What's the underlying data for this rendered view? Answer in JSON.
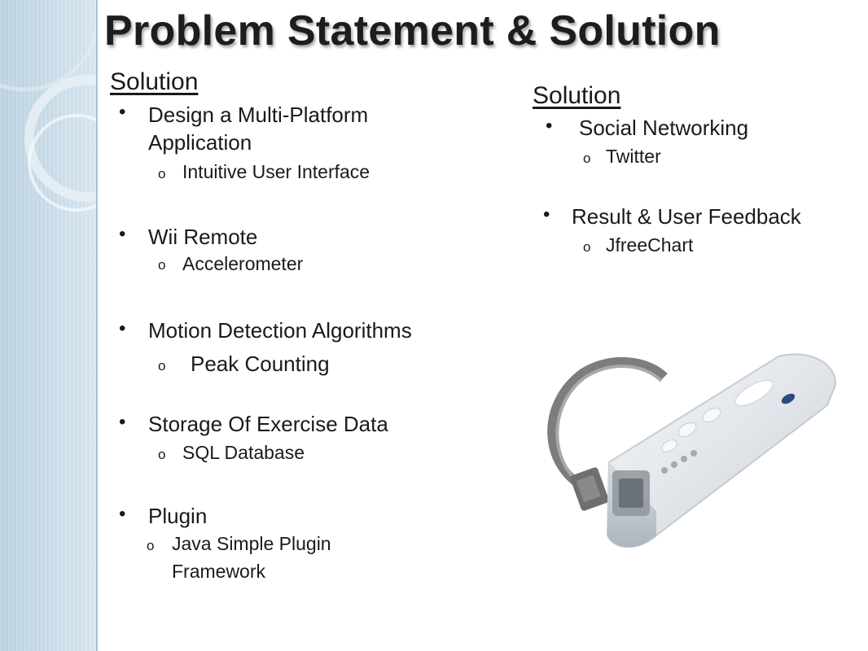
{
  "slide": {
    "title": "Problem Statement & Solution"
  },
  "left_column": {
    "heading": "Solution",
    "items": [
      {
        "text_line1": "Design a Multi-Platform",
        "text_line2": "Application",
        "sub": "Intuitive User Interface"
      },
      {
        "text": "Wii Remote",
        "sub": "Accelerometer"
      },
      {
        "text": "Motion Detection Algorithms",
        "sub": "Peak Counting"
      },
      {
        "text": "Storage Of Exercise Data",
        "sub": "SQL Database"
      },
      {
        "text": "Plugin",
        "sub_line1": "Java Simple Plugin",
        "sub_line2": "Framework"
      }
    ]
  },
  "right_column": {
    "heading": "Solution",
    "items": [
      {
        "text": "Social Networking",
        "sub": "Twitter"
      },
      {
        "text": "Result & User Feedback",
        "sub": "JfreeChart"
      }
    ]
  },
  "glyphs": {
    "bullet": "•",
    "sub_bullet": "o"
  },
  "colors": {
    "strip": "#c2d7e5",
    "text": "#1a1a1a"
  }
}
